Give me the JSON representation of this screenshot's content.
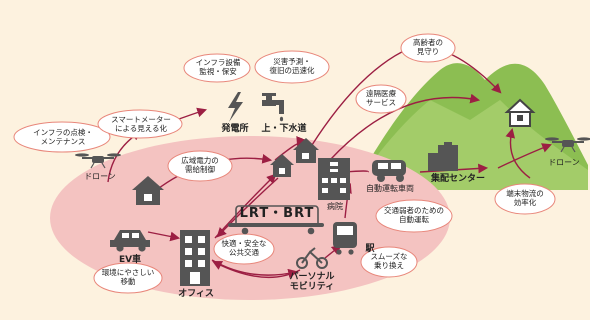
{
  "labels": {
    "infra_inspect": [
      "インフラの点検・",
      "メンテナンス"
    ],
    "smart_meter": [
      "スマートメーター",
      "による見える化"
    ],
    "infra_equip": [
      "インフラ設備",
      "監視・保安"
    ],
    "disaster": [
      "災害予測・",
      "復旧の迅速化"
    ],
    "elderly": [
      "高齢者の",
      "見守り"
    ],
    "remote_med": [
      "遠隔医療",
      "サービス"
    ],
    "drone_left": "ドローン",
    "drone_right": "ドローン",
    "power_plant": "発電所",
    "water": "上・下水道",
    "wide_power": [
      "広域電力の",
      "需給制御"
    ],
    "hospital": "病院",
    "autonomous": "自動運転車両",
    "delivery_center": "集配センター",
    "last_mile": [
      "端末物流の",
      "効率化"
    ],
    "lrt": "LRT・BRT",
    "ev": "EV車",
    "safe_transit": [
      "快適・安全な",
      "公共交通"
    ],
    "mobility_weak": [
      "交通弱者のための",
      "自動運転"
    ],
    "station": "駅",
    "smooth_transfer": [
      "スムーズな",
      "乗り換え"
    ],
    "eco_move": [
      "環境にやさしい",
      "移動"
    ],
    "office": "オフィス",
    "personal_mobility": [
      "パーソナル",
      "モビリティ"
    ]
  },
  "colors": {
    "background": "#fdf2df",
    "city": "#f4c3c1",
    "hill_dark": "#8cbe52",
    "hill_light": "#b2d57a",
    "arrow": "#9c1f43",
    "bubble_stroke": "#e8867a",
    "icon": "#555555"
  }
}
